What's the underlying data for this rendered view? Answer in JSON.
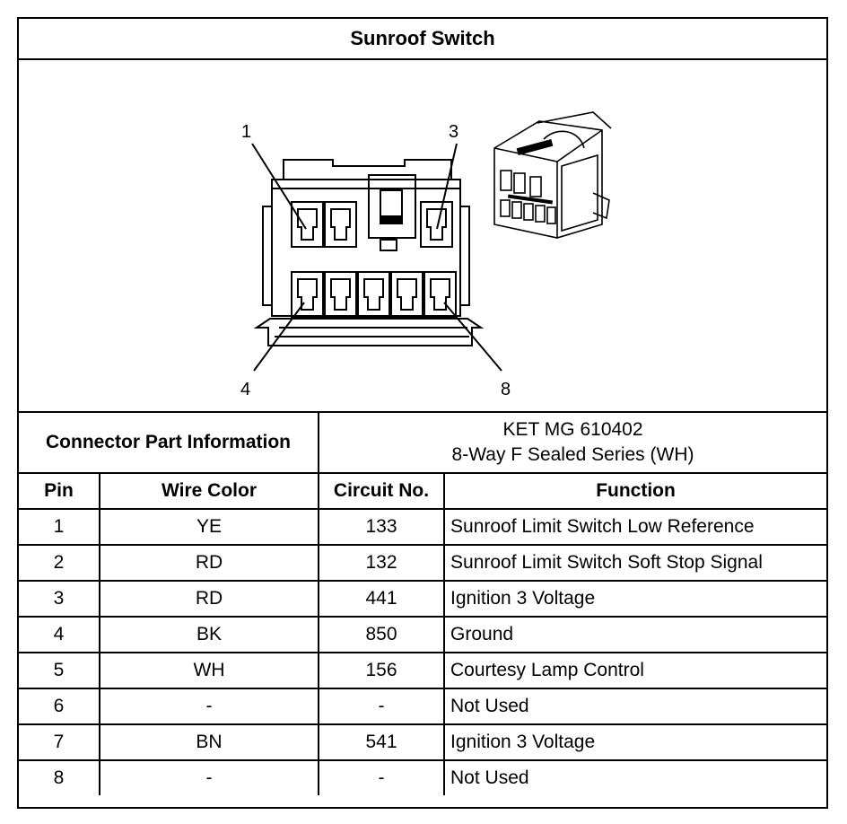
{
  "title": "Sunroof Switch",
  "figure": {
    "callouts": [
      "1",
      "3",
      "4",
      "8"
    ]
  },
  "connector_info": {
    "label": "Connector Part Information",
    "part_number": "KET MG 610402",
    "series": "8-Way F Sealed Series (WH)"
  },
  "columns": {
    "pin": "Pin",
    "wire_color": "Wire Color",
    "circuit": "Circuit No.",
    "function": "Function"
  },
  "rows": [
    {
      "pin": "1",
      "wire_color": "YE",
      "circuit": "133",
      "function": "Sunroof Limit Switch Low Reference"
    },
    {
      "pin": "2",
      "wire_color": "RD",
      "circuit": "132",
      "function": "Sunroof Limit Switch Soft Stop Signal"
    },
    {
      "pin": "3",
      "wire_color": "RD",
      "circuit": "441",
      "function": "Ignition 3 Voltage"
    },
    {
      "pin": "4",
      "wire_color": "BK",
      "circuit": "850",
      "function": "Ground"
    },
    {
      "pin": "5",
      "wire_color": "WH",
      "circuit": "156",
      "function": "Courtesy Lamp Control"
    },
    {
      "pin": "6",
      "wire_color": "-",
      "circuit": "-",
      "function": "Not Used"
    },
    {
      "pin": "7",
      "wire_color": "BN",
      "circuit": "541",
      "function": "Ignition 3 Voltage"
    },
    {
      "pin": "8",
      "wire_color": "-",
      "circuit": "-",
      "function": "Not Used"
    }
  ]
}
